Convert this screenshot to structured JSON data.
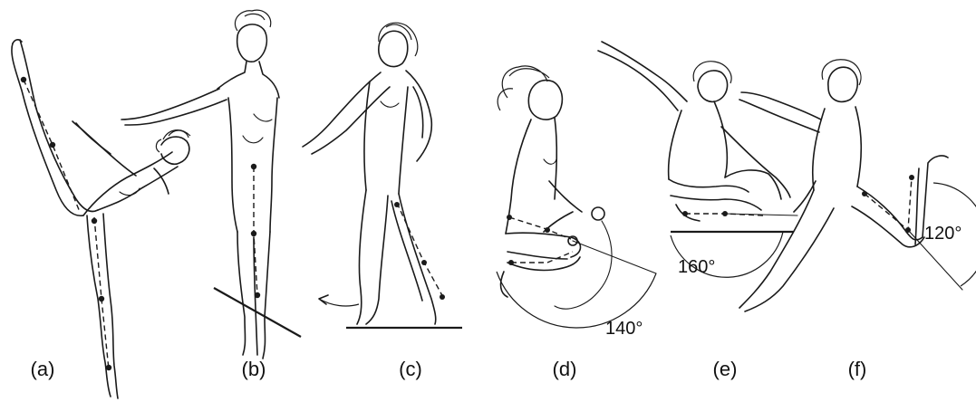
{
  "panels": [
    {
      "id": "a",
      "label": "(a)",
      "angle": ""
    },
    {
      "id": "b",
      "label": "(b)",
      "angle": ""
    },
    {
      "id": "c",
      "label": "(c)",
      "angle": ""
    },
    {
      "id": "d",
      "label": "(d)",
      "angle": "140°"
    },
    {
      "id": "e",
      "label": "(e)",
      "angle": "160°"
    },
    {
      "id": "f",
      "label": "(f)",
      "angle": "120°"
    }
  ]
}
